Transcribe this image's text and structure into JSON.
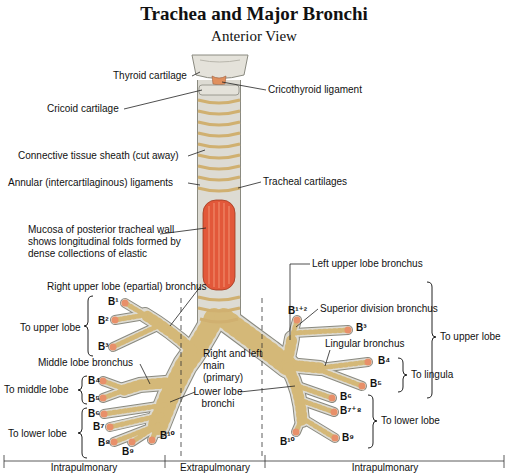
{
  "diagram": {
    "title": "Trachea and Major Bronchi",
    "labels": [
      "Anterior View",
      "Thyroid cartilage",
      "Cricothyroid ligament",
      "Cricoid cartilage",
      "Connective tissue sheath (cut away)",
      "Annular (intercartilaginous) ligaments",
      "Tracheal cartilages",
      "Mucosa of posterior tracheal wall shows longitudinal folds formed by dense collections of elastic",
      "Left upper lobe bronchus",
      "Right upper lobe (epartial) bronchus",
      "B¹",
      "B²",
      "B³",
      "To upper lobe",
      "Middle lobe bronchus",
      "B⁴",
      "B⁵",
      "To middle lobe",
      "B⁶",
      "B⁷",
      "B⁸",
      "B⁹",
      "B¹⁰",
      "To lower lobe",
      "Right and left main (primary)",
      "Lower lobe bronchi",
      "Superior division bronchus",
      "B¹⁺²",
      "B³",
      "Lingular bronchus",
      "B⁴",
      "B⁵",
      "To lingula",
      "B⁶",
      "B⁷⁺⁸",
      "B¹⁰",
      "B⁹",
      "To upper lobe",
      "To lower lobe",
      "Intrapulmonary",
      "Extrapulmonary",
      "Intrapulmonary"
    ]
  }
}
